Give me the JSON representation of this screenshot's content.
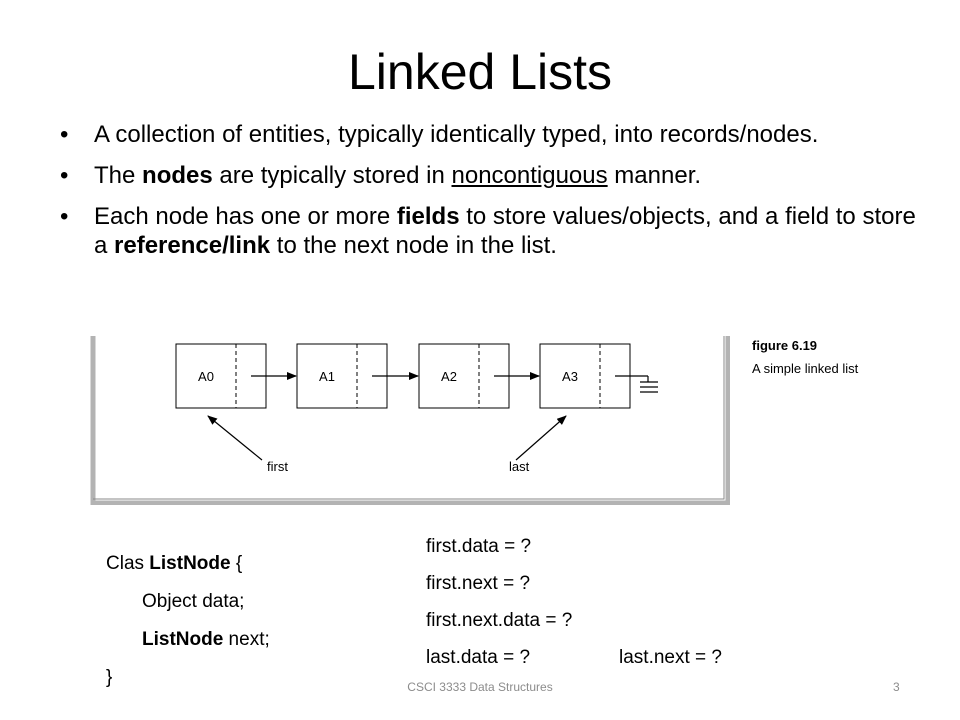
{
  "slide": {
    "title": "Linked Lists",
    "bullets": [
      {
        "pre": "A collection of entities, typically identically typed, into records/nodes.",
        "b1": "",
        "mid": "",
        "b2": "",
        "post": ""
      },
      {
        "pre": "The ",
        "b1": "nodes",
        "mid": " are typically stored in ",
        "u": "noncontiguous",
        "post": " manner."
      },
      {
        "pre": "Each node has one or more ",
        "b1": "fields",
        "mid": " to store values/objects, and a field to store a ",
        "b2": "reference/link",
        "post": " to the next node in the list."
      }
    ],
    "bullet_glyph": "•"
  },
  "figure": {
    "title": "figure 6.19",
    "caption": "A simple linked list",
    "nodes": [
      "A0",
      "A1",
      "A2",
      "A3"
    ],
    "first_label": "first",
    "last_label": "last"
  },
  "code": {
    "line1_pre": "Clas ",
    "line1_bold": "ListNode",
    "line1_post": " {",
    "line2": "Object data;",
    "line3_bold": "ListNode",
    "line3_post": " next;",
    "line4": "}"
  },
  "questions": {
    "q1": "first.data = ?",
    "q2": "first.next = ?",
    "q3": "first.next.data = ?",
    "q4": "last.data = ?",
    "q5": "last.next = ?"
  },
  "footer": {
    "text": "CSCI 3333 Data Structures",
    "page": "3"
  }
}
